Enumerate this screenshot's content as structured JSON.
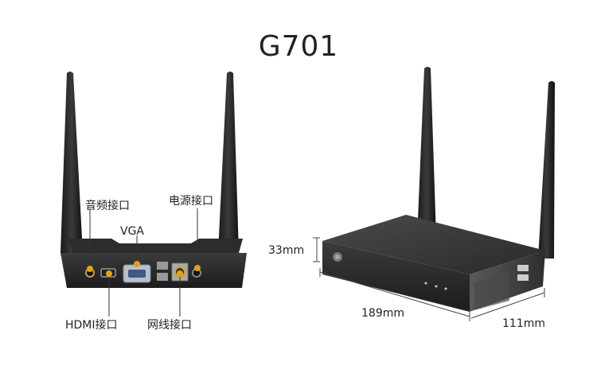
{
  "title": "G701",
  "rear_view": {
    "labels": {
      "audio": "音频接口",
      "power": "电源接口",
      "vga": "VGA",
      "hdmi": "HDMI接口",
      "lan": "网线接口"
    }
  },
  "front_view": {
    "dimensions": {
      "height": "33mm",
      "length": "189mm",
      "width": "111mm"
    }
  }
}
